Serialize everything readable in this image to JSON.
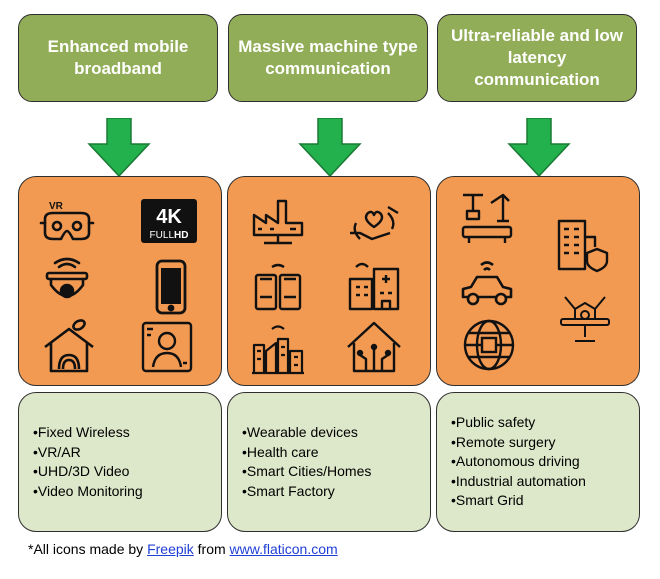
{
  "columns": [
    {
      "title": "Enhanced mobile broadband",
      "icons": [
        "vr-headset-icon",
        "4k-full-hd-icon",
        "security-camera-icon",
        "smartphone-icon",
        "house-antenna-icon",
        "video-call-icon"
      ],
      "items": [
        "Fixed Wireless",
        "VR/AR",
        "UHD/3D Video",
        "Video Monitoring"
      ]
    },
    {
      "title": "Massive machine type communication",
      "icons": [
        "factory-icon",
        "hands-heart-icon",
        "smart-bins-icon",
        "smart-building-icon",
        "smart-city-icon",
        "smart-home-icon"
      ],
      "items": [
        "Wearable devices",
        "Health care",
        "Smart Cities/Homes",
        "Smart Factory"
      ]
    },
    {
      "title": "Ultra-reliable and low latency communication",
      "icons": [
        "robot-arm-icon",
        "secure-building-icon",
        "connected-car-icon",
        "surgical-robot-icon",
        "globe-chip-icon"
      ],
      "items": [
        "Public safety",
        "Remote surgery",
        "Autonomous  driving",
        "Industrial automation",
        "Smart Grid"
      ]
    }
  ],
  "footnote": {
    "prefix": "*All icons made by ",
    "author": "Freepik",
    "middle": " from ",
    "site": "www.flaticon.com"
  },
  "colors": {
    "header": "#92ad58",
    "arrow": "#22b14c",
    "icons_box": "#f29a52",
    "list_box": "#dde7c9",
    "link": "#1f3fd6"
  },
  "icon_labels": {
    "4k": "4K",
    "full": "FULL",
    "hd": "HD",
    "vr": "VR"
  }
}
